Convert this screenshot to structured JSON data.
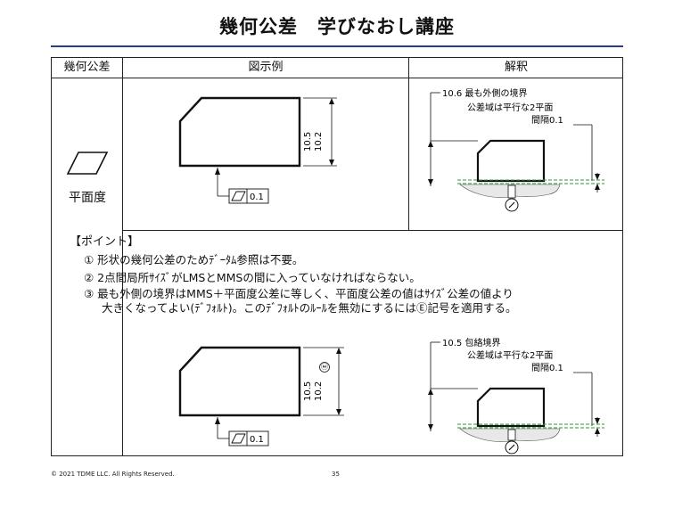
{
  "title": "幾何公差　学びなおし講座",
  "table": {
    "headers": [
      "幾何公差",
      "図示例",
      "解釈"
    ],
    "row_label": "平面度"
  },
  "diagram1": {
    "dim_outer": "10.5",
    "dim_inner": "10.2",
    "frame_value": "0.1"
  },
  "interp1": {
    "boundary": "10.6 最も外側の境界",
    "zone": "公差域は平行な2平面",
    "gap": "間隔0.1"
  },
  "points": {
    "heading": "【ポイント】",
    "items": [
      "① 形状の幾何公差のためﾃﾞｰﾀﾑ参照は不要。",
      "② 2点間局所ｻｲｽﾞがLMSとMMSの間に入っていなければならない。",
      "③ 最も外側の境界はMMS＋平面度公差に等しく、平面度公差の値はｻｲｽﾞ公差の値より",
      "大きくなってよい(ﾃﾞﾌｫﾙﾄ)。このﾃﾞﾌｫﾙﾄのﾙｰﾙを無効にするにはⒺ記号を適用する。"
    ]
  },
  "diagram2": {
    "dim_outer": "10.5",
    "dim_inner": "10.2",
    "envelope_symbol": "Ⓔ",
    "frame_value": "0.1"
  },
  "interp2": {
    "boundary": "10.5 包絡境界",
    "zone": "公差域は平行な2平面",
    "gap": "間隔0.1"
  },
  "footer": {
    "copyright": "© 2021 TDME LLC. All Rights Reserved.",
    "page": "35"
  }
}
